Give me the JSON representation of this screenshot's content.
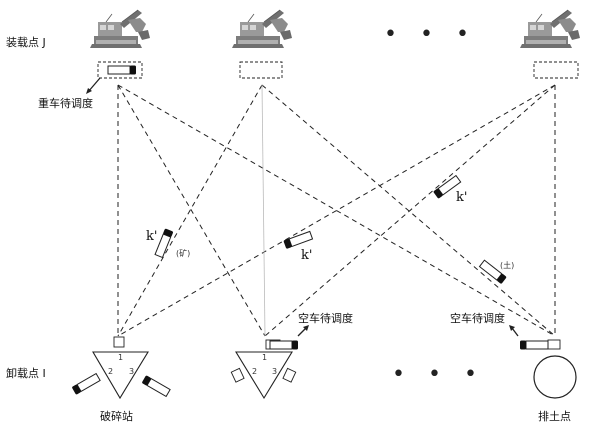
{
  "labels": {
    "loading_points": "装载点 J",
    "unloading_points": "卸载点 I",
    "loaded_truck_wait": "重车待调度",
    "empty_truck_wait_1": "空车待调度",
    "empty_truck_wait_2": "空车待调度",
    "crushing_station": "破碎站",
    "dump_site": "排土点",
    "k_prime_1": "k'",
    "k_prime_2": "k'",
    "k_prime_3": "k'",
    "ore_tag": "(矿)",
    "soil_tag": "(土)",
    "ellipsis_top": "• • •",
    "ellipsis_bottom": "• • •",
    "crusher_dock_1": "1",
    "crusher_dock_2": "2",
    "crusher_dock_3": "3",
    "station2_dock_1": "1",
    "station2_dock_2": "2",
    "station2_dock_3": "3"
  },
  "colors": {
    "line": "#222222",
    "excavator": "#8a8a8a",
    "truck_body": "#ffffff",
    "truck_cab": "#111111"
  },
  "icons": [
    "excavator-icon",
    "truck-icon",
    "crusher-triangle-icon",
    "dump-circle-icon"
  ]
}
